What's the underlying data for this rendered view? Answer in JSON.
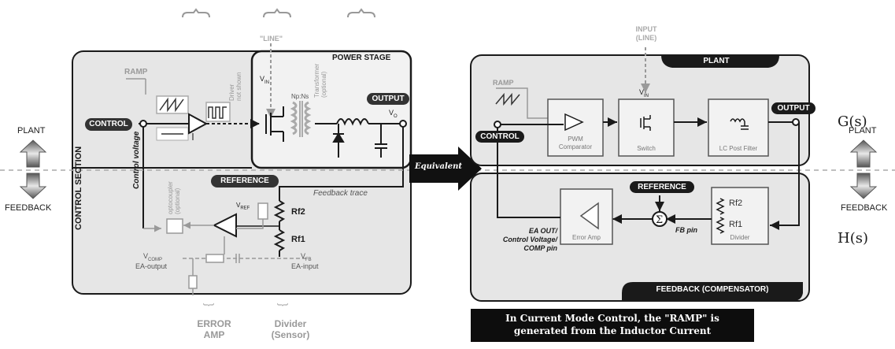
{
  "left": {
    "control_section": "CONTROL SECTION",
    "power_stage": "POWER STAGE",
    "ramp": "RAMP",
    "control": "CONTROL",
    "control_voltage": "Control voltage",
    "driver_note": [
      "Driver",
      "not shown"
    ],
    "line": "\"LINE\"",
    "vin": "V",
    "vin_sub": "IN",
    "transformer": [
      "Transformer",
      "(optional)"
    ],
    "turns": "Np:Ns",
    "output": "OUTPUT",
    "vo": "V",
    "vo_sub": "O",
    "reference": "REFERENCE",
    "vref": "V",
    "vref_sub": "REF",
    "feedback_trace": "Feedback trace",
    "optocoupler": [
      "optocoupler",
      "(optional)"
    ],
    "rf2": "Rf2",
    "rf1": "Rf1",
    "vcomp": "V",
    "vcomp_sub": "COMP",
    "ea_output": "EA-output",
    "vfb": "V",
    "vfb_sub": "FB",
    "ea_input": "EA-input",
    "error_amp_label": [
      "ERROR",
      "AMP"
    ],
    "divider_label": [
      "Divider",
      "(Sensor)"
    ]
  },
  "middle": {
    "plant": "PLANT",
    "feedback": "FEEDBACK",
    "equivalent": "Equivalent"
  },
  "right": {
    "input_line": [
      "INPUT",
      "(LINE)"
    ],
    "plant": "PLANT",
    "vin": "V",
    "vin_sub": "IN",
    "ramp": "RAMP",
    "pwm": [
      "PWM",
      "Comparator"
    ],
    "switch": "Switch",
    "lc_filter": "LC Post Filter",
    "output": "OUTPUT",
    "control": "CONTROL",
    "reference": "REFERENCE",
    "rf2": "Rf2",
    "rf1": "Rf1",
    "divider": "Divider",
    "fb_pin": "FB pin",
    "error_amp": "Error Amp",
    "ea_out": [
      "EA OUT/",
      "Control Voltage/",
      "COMP pin"
    ],
    "feedback_comp": "FEEDBACK (COMPENSATOR)",
    "gs": "G(s)",
    "hs": "H(s)",
    "plant_side": "PLANT",
    "feedback_side": "FEEDBACK",
    "note": [
      "In Current Mode Control, the \"RAMP\" is",
      "generated from the Inductor Current"
    ]
  },
  "colors": {
    "dark": "#1a1a1a",
    "panel": "#e6e6e6",
    "gray_text": "#9a9a9a"
  }
}
